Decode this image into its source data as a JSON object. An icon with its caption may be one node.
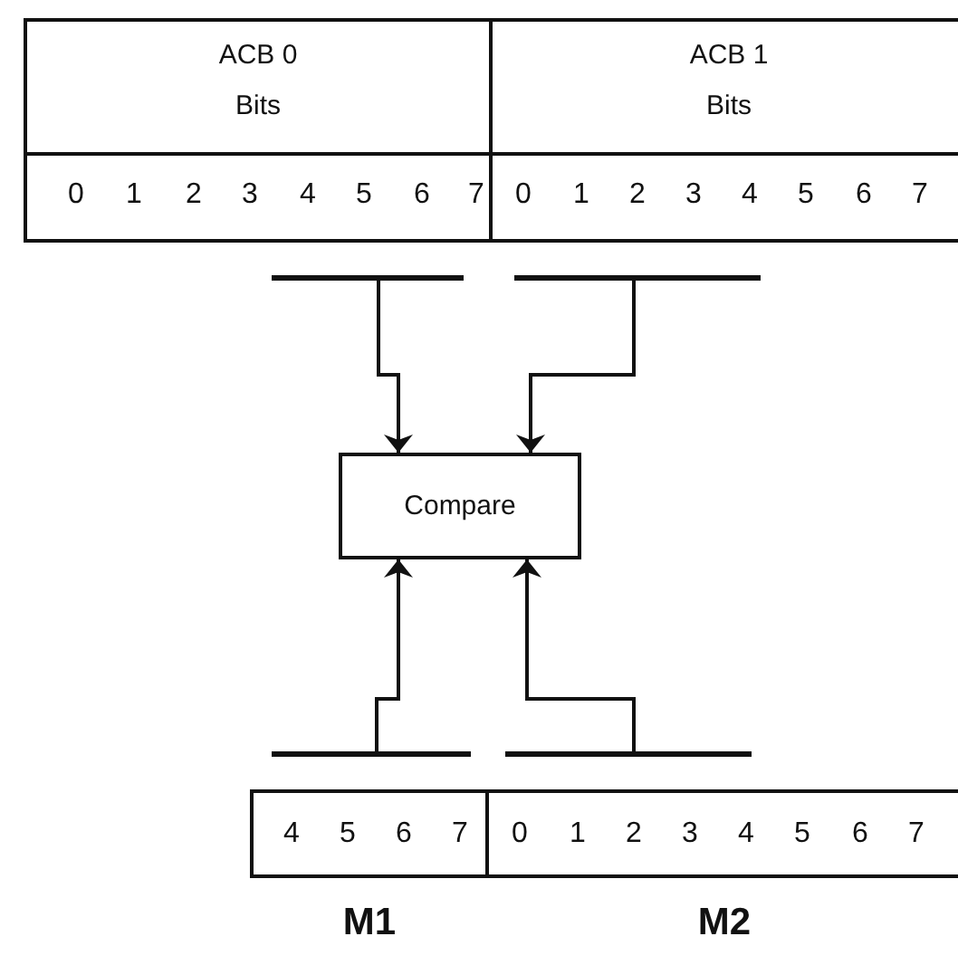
{
  "diagram": {
    "nodes": [
      {
        "text": [
          "ACB 0",
          "Bits"
        ]
      },
      {
        "text": [
          "ACB 1",
          "Bits"
        ]
      },
      {
        "text": [
          "0",
          "1",
          "2",
          "3",
          "4",
          "5",
          "6",
          "7"
        ]
      },
      {
        "text": [
          "0",
          "1",
          "2",
          "3",
          "4",
          "5",
          "6",
          "7"
        ]
      },
      {
        "text": [],
        "shape": "bar"
      },
      {
        "text": [],
        "shape": "bar"
      },
      {
        "text": [
          "Compare"
        ]
      },
      {
        "text": [],
        "shape": "bar"
      },
      {
        "text": [],
        "shape": "bar"
      },
      {
        "text": [
          "4",
          "5",
          "6",
          "7"
        ],
        "beside": [
          "M1"
        ]
      },
      {
        "text": [
          "0",
          "1",
          "2",
          "3",
          "4",
          "5",
          "6",
          "7"
        ],
        "beside": [
          "M2"
        ]
      }
    ],
    "edges": [
      {
        "from": 4,
        "to": 6,
        "arrow": "to"
      },
      {
        "from": 5,
        "to": 6,
        "arrow": "to"
      },
      {
        "from": 7,
        "to": 6,
        "arrow": "to"
      },
      {
        "from": 8,
        "to": 6,
        "arrow": "to"
      }
    ]
  }
}
